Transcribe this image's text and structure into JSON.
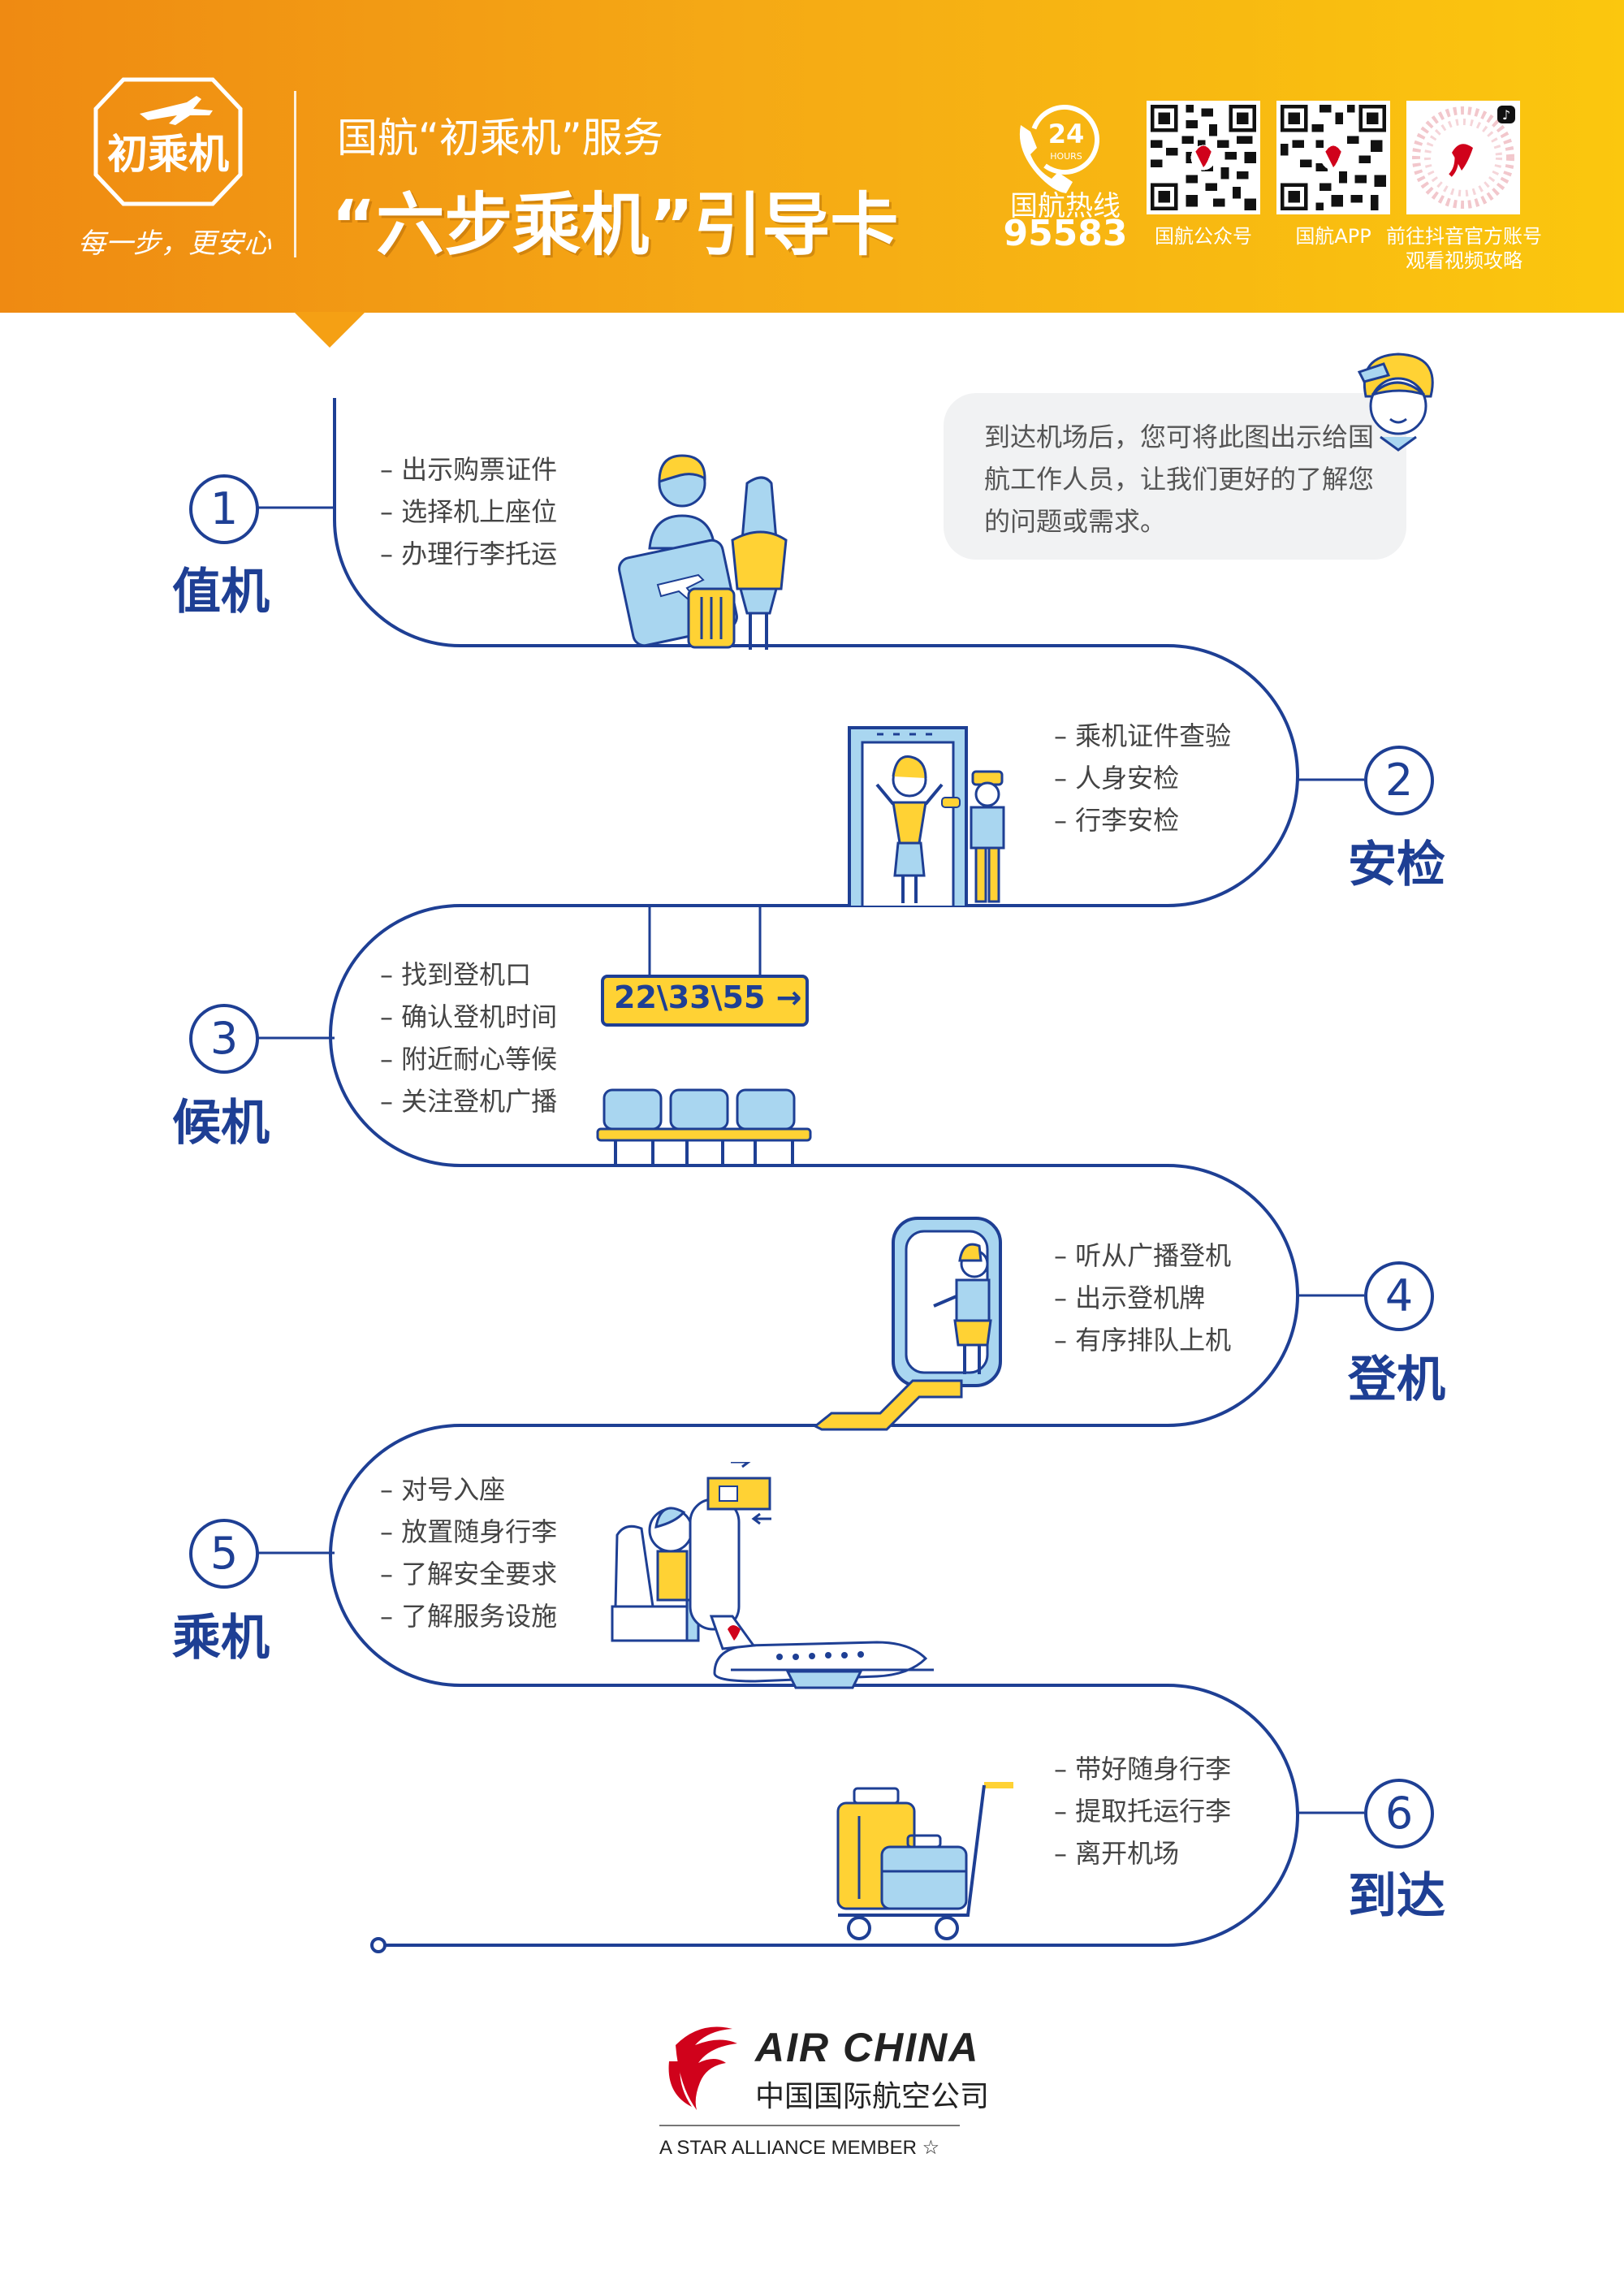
{
  "header": {
    "logo_text": "初乘机",
    "slogan": "每一步，更安心",
    "subtitle": "国航“初乘机”服务",
    "title": "“六步乘机”引导卡",
    "hotline": {
      "icon_text": "24",
      "icon_subtext": "HOURS",
      "label": "国航热线",
      "number": "95583"
    },
    "qr_codes": [
      {
        "label": "国航公众号"
      },
      {
        "label": "国航APP"
      },
      {
        "label_line1": "前往抖音官方账号",
        "label_line2": "观看视频攻略"
      }
    ]
  },
  "bubble": {
    "text": "到达机场后，您可将此图出示给国航工作人员，让我们更好的了解您的问题或需求。"
  },
  "steps": [
    {
      "number": "1",
      "title": "值机",
      "items": [
        "– 出示购票证件",
        "– 选择机上座位",
        "– 办理行李托运"
      ]
    },
    {
      "number": "2",
      "title": "安检",
      "items": [
        "– 乘机证件查验",
        "– 人身安检",
        "– 行李安检"
      ]
    },
    {
      "number": "3",
      "title": "候机",
      "items": [
        "– 找到登机口",
        "– 确认登机时间",
        "– 附近耐心等候",
        "– 关注登机广播"
      ]
    },
    {
      "number": "4",
      "title": "登机",
      "items": [
        "– 听从广播登机",
        "– 出示登机牌",
        "– 有序排队上机"
      ]
    },
    {
      "number": "5",
      "title": "乘机",
      "items": [
        "– 对号入座",
        "– 放置随身行李",
        "– 了解安全要求",
        "– 了解服务设施"
      ]
    },
    {
      "number": "6",
      "title": "到达",
      "items": [
        "– 带好随身行李",
        "– 提取托运行李",
        "– 离开机场"
      ]
    }
  ],
  "gate_sign": {
    "text": "22\\33\\55 →"
  },
  "footer": {
    "brand": "AIR CHINA",
    "brand_cn": "中国国际航空公司",
    "alliance": "A STAR ALLIANCE MEMBER ☆"
  },
  "colors": {
    "navy": "#1e3f94",
    "yellow": "#ffd234",
    "orange": "#ef8a12",
    "light_blue": "#a9d6f0"
  }
}
